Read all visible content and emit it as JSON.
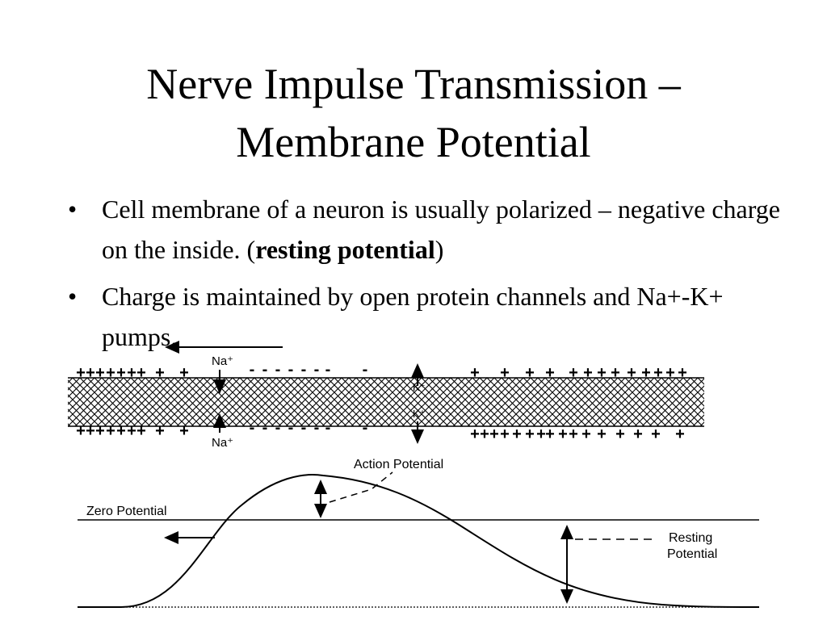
{
  "slide": {
    "title_line1": "Nerve Impulse Transmission –",
    "title_line2": "Membrane Potential",
    "bullets": [
      {
        "marker": "•",
        "text_before": "Cell membrane of a neuron is usually polarized – negative charge on the inside. (",
        "bold": "resting potential",
        "text_after": ")"
      },
      {
        "marker": "•",
        "text": "Charge is maintained by open protein channels and Na+-K+ pumps."
      }
    ]
  },
  "figure": {
    "ion_top": "Na⁺",
    "ion_bottom": "Na⁺",
    "ion_k_top": "K⁺",
    "ion_k_bottom": "K⁺",
    "graph_labels": {
      "action_potential": "Action Potential",
      "zero_potential": "Zero Potential",
      "resting_line1": "Resting",
      "resting_line2": "Potential"
    },
    "charge_plus": "+",
    "charge_minus": "-"
  }
}
